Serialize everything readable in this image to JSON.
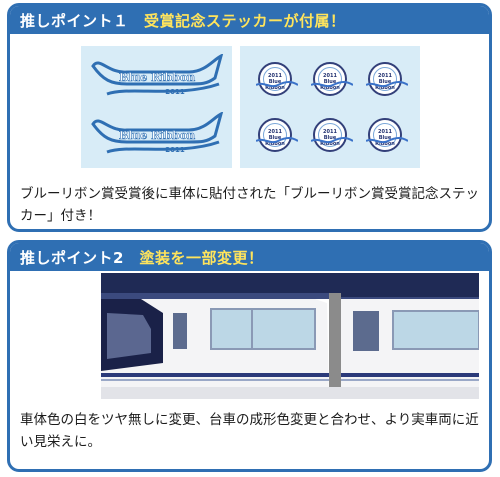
{
  "point1": {
    "label": "推しポイント１",
    "title": "受賞記念ステッカーが付属！",
    "description": "ブルーリボン賞受賞後に車体に貼付された「ブルーリボン賞受賞記念ステッカー」付き！"
  },
  "point2": {
    "label": "推しポイント2",
    "title": "塗装を一部変更！",
    "description": "車体色の白をツヤ無しに変更、台車の成形色変更と合わせ、より実車両に近い見栄えに。"
  },
  "stickers": {
    "ribbon_text": "Blue Ribbon",
    "ribbon_year": "2011",
    "seal_year": "2011",
    "seal_text": "Blue Ribbon"
  },
  "colors": {
    "accent": "#2f6fb3",
    "highlight": "#ffe45c",
    "sticker_bg": "#d8ecf7",
    "train_navy": "#1f2a55"
  },
  "icons": {
    "ribbon": "blue-ribbon-sticker-icon",
    "seal": "blue-ribbon-seal-icon",
    "train": "train-model-image"
  }
}
